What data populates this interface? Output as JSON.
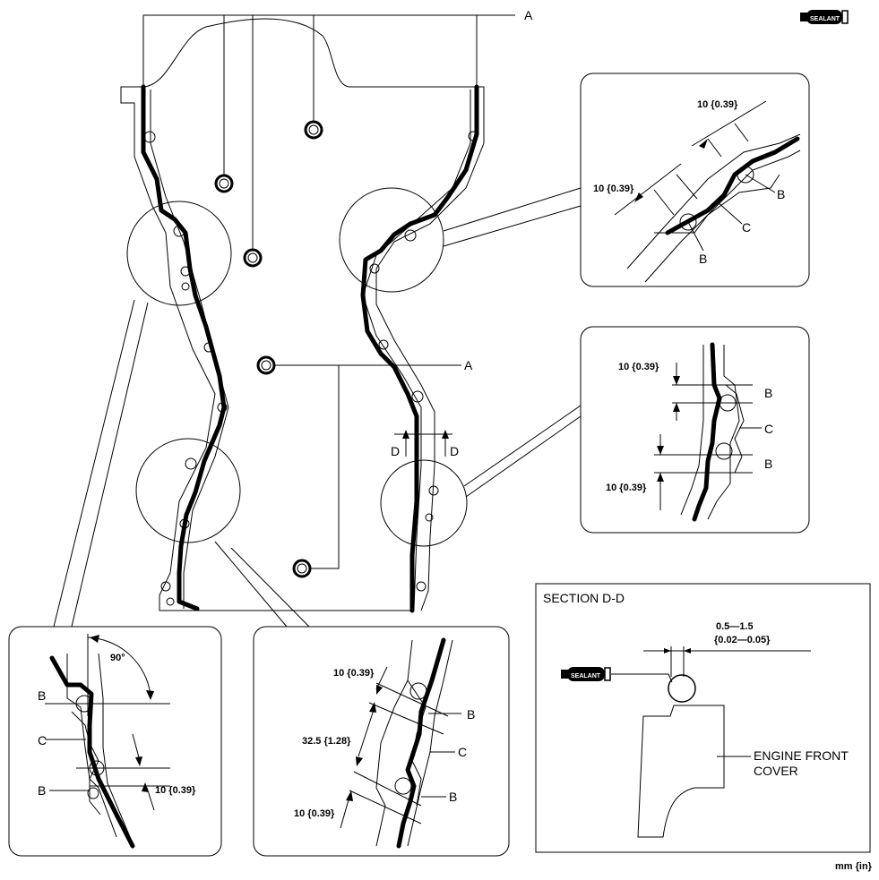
{
  "labels": {
    "a": "A",
    "b": "B",
    "c": "C",
    "d": "D",
    "ninety": "90°",
    "dim_10": "10 {0.39}",
    "dim_325": "32.5 {1.28}",
    "section_title": "SECTION D-D",
    "gap_mm": "0.5—1.5",
    "gap_in": "{0.02—0.05}",
    "cover_line1": "ENGINE FRONT",
    "cover_line2": "COVER",
    "units": "mm {in}",
    "sealant": "SEALANT"
  },
  "icons": {
    "sealant_tube": "sealant-tube-icon"
  }
}
